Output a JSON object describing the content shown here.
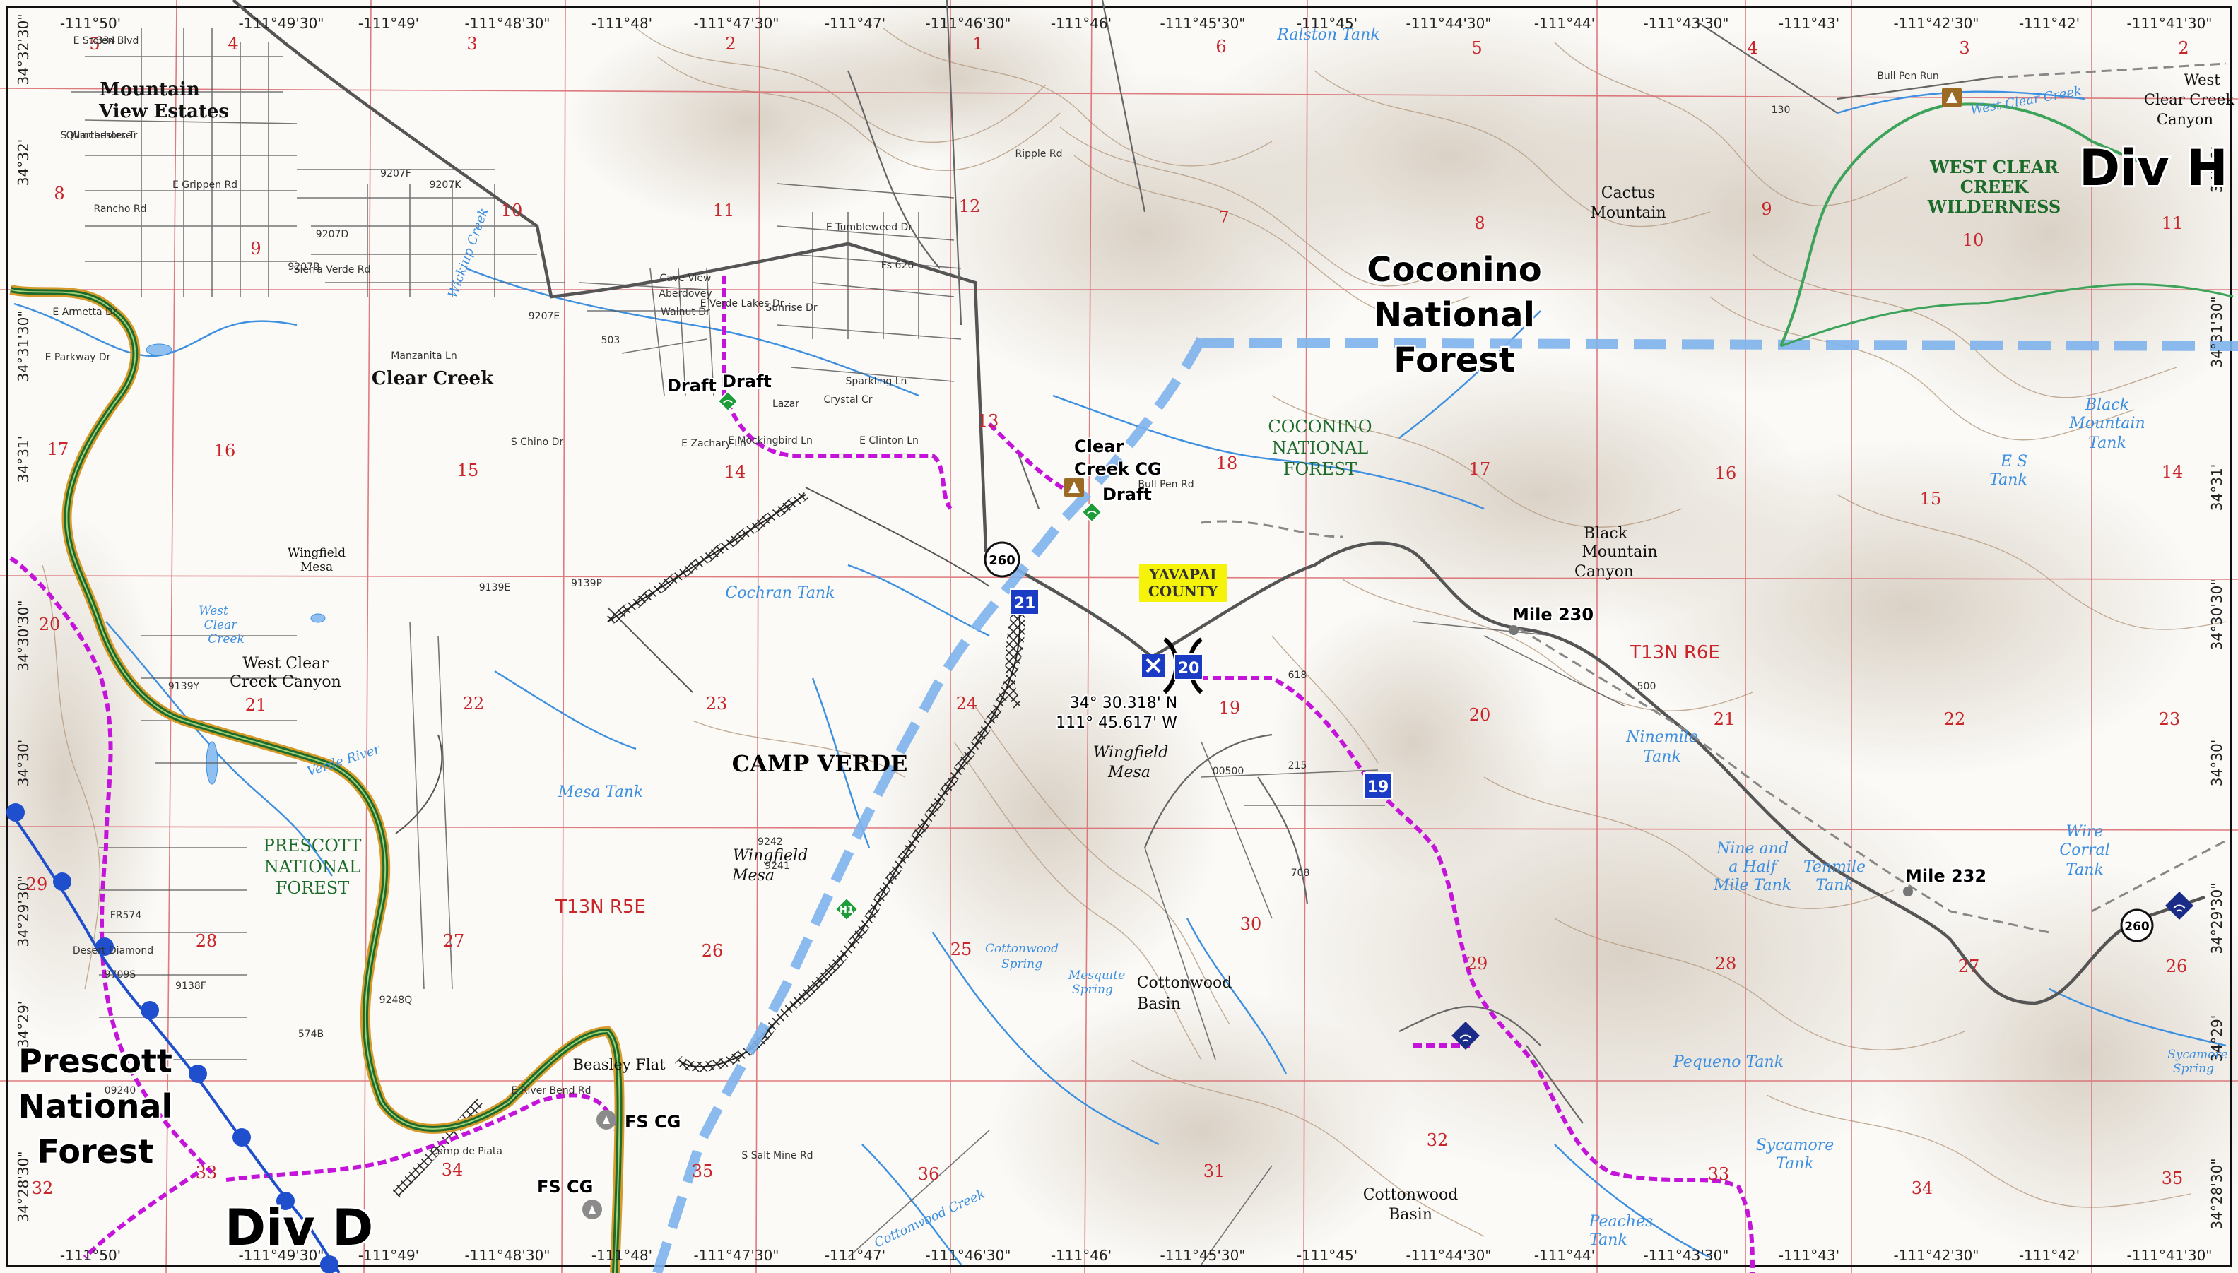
{
  "map": {
    "division_labels": {
      "left": "Div D",
      "right": "Div H"
    },
    "forests": {
      "prescott_big": [
        "Prescott",
        "National",
        "Forest"
      ],
      "prescott_small": [
        "PRESCOTT",
        "NATIONAL",
        "FOREST"
      ],
      "coconino_big": [
        "Coconino",
        "National",
        "Forest"
      ],
      "coconino_small": [
        "COCONINO",
        "NATIONAL",
        "FOREST"
      ],
      "wilderness": [
        "WEST CLEAR",
        "CREEK",
        "WILDERNESS"
      ]
    },
    "county": [
      "YAVAPAI",
      "COUNTY"
    ],
    "town": "CAMP VERDE",
    "township_labels": [
      "T13N R5E",
      "T13N R6E"
    ],
    "places": {
      "mountain_view_estates": [
        "Mountain",
        "View Estates"
      ],
      "clear_creek": "Clear Creek",
      "west_clear_creek_canyon": [
        "West Clear",
        "Creek Canyon"
      ],
      "wingfield_mesa_a": [
        "Wingfield",
        "Mesa"
      ],
      "wingfield_mesa_b": [
        "Wingfield",
        "Mesa"
      ],
      "wingfield_mesa_c": [
        "Wingfield",
        "Mesa"
      ],
      "cottonwood_basin_a": [
        "Cottonwood",
        "Basin"
      ],
      "cottonwood_basin_b": [
        "Cottonwood",
        "Basin"
      ],
      "black_mountain_canyon": [
        "Black",
        "Mountain",
        "Canyon"
      ],
      "cactus_mountain": [
        "Cactus",
        "Mountain"
      ],
      "beasley_flat": "Beasley Flat",
      "west_clear_creek_canyon_top": [
        "West",
        "Clear Creek",
        "Canyon"
      ]
    },
    "water": {
      "ralston_tank": "Ralston Tank",
      "cochran_tank": "Cochran Tank",
      "mesa_tank": "Mesa Tank",
      "ninemile_tank": [
        "Ninemile",
        "Tank"
      ],
      "nine_half_mile_tank": [
        "Nine and",
        "a Half",
        "Mile Tank"
      ],
      "tenmile_tank": [
        "Tenmile",
        "Tank"
      ],
      "wire_corral_tank": [
        "Wire",
        "Corral",
        "Tank"
      ],
      "black_mountain_tank": [
        "Black",
        "Mountain",
        "Tank"
      ],
      "es_tank": [
        "E S",
        "Tank"
      ],
      "pequeno_tank": "Pequeno Tank",
      "sycamore_tank": [
        "Sycamore",
        "Tank"
      ],
      "peaches_tank": [
        "Peaches",
        "Tank"
      ],
      "cottonwood_spring": [
        "Cottonwood",
        "Spring"
      ],
      "mesquite_spring": [
        "Mesquite",
        "Spring"
      ],
      "sycamore_spring": [
        "Sycamore",
        "Spring"
      ],
      "verde_river": "Verde River",
      "west_clear_creek": "West Clear Creek",
      "wickiup_creek": "Wickiup Creek",
      "cottonwood_creek": "Cottonwood Creek",
      "west_clear_creek_side": [
        "West",
        "Clear",
        "Creek"
      ]
    },
    "facilities": {
      "draft_1": "Draft",
      "draft_2": "Draft",
      "draft_3": "Draft",
      "clear_creek_cg": [
        "Clear",
        "Creek CG"
      ],
      "fs_cg_1": "FS CG",
      "fs_cg_2": "FS CG"
    },
    "mileposts": {
      "mile_230": "Mile 230",
      "mile_232": "Mile 232"
    },
    "coordinate_readout": [
      "34° 30.318' N",
      "111° 45.617' W"
    ],
    "route_shields": {
      "sr260_a": "260",
      "sr260_b": "260"
    },
    "drop_points": [
      "21",
      "20",
      "19"
    ],
    "heli_marker": "H1",
    "top_ticks": [
      "-111°50'",
      "-111°49'30\"",
      "-111°49'",
      "-111°48'30\"",
      "-111°48'",
      "-111°47'30\"",
      "-111°47'",
      "-111°46'30\"",
      "-111°46'",
      "-111°45'30\"",
      "-111°45'",
      "-111°44'30\"",
      "-111°44'",
      "-111°43'30\"",
      "-111°43'",
      "-111°42'30\"",
      "-111°42'",
      "-111°41'30\""
    ],
    "bottom_ticks": [
      "-111°50'",
      "-111°49'30\"",
      "-111°49'",
      "-111°48'30\"",
      "-111°48'",
      "-111°47'30\"",
      "-111°47'",
      "-111°46'30\"",
      "-111°46'",
      "-111°45'30\"",
      "-111°45'",
      "-111°44'30\"",
      "-111°44'",
      "-111°43'30\"",
      "-111°43'",
      "-111°42'30\"",
      "-111°42'",
      "-111°41'30\""
    ],
    "left_ticks": [
      "34°32'30\"",
      "34°32'",
      "34°31'30\"",
      "34°31'",
      "34°30'30\"",
      "34°30'",
      "34°29'30\"",
      "34°29'",
      "34°28'30\""
    ],
    "right_ticks": [
      "34°32'",
      "34°31'30\"",
      "34°31'",
      "34°30'30\"",
      "34°30'",
      "34°29'30\"",
      "34°29'",
      "34°28'30\""
    ],
    "section_numbers": [
      "5",
      "4",
      "3",
      "2",
      "1",
      "6",
      "5",
      "4",
      "3",
      "2",
      "8",
      "9",
      "10",
      "11",
      "12",
      "7",
      "8",
      "9",
      "10",
      "11",
      "17",
      "16",
      "15",
      "14",
      "13",
      "18",
      "17",
      "16",
      "15",
      "14",
      "20",
      "21",
      "22",
      "23",
      "24",
      "19",
      "20",
      "21",
      "22",
      "23",
      "29",
      "28",
      "27",
      "26",
      "25",
      "30",
      "29",
      "28",
      "27",
      "26",
      "32",
      "33",
      "34",
      "35",
      "36",
      "31",
      "32",
      "33",
      "34",
      "35"
    ],
    "streets": [
      "E Stolen Blvd",
      "Quarterhorse",
      "E Grippen Rd",
      "Rancho Rd",
      "Sierra Verde Rd",
      "E Parkway Dr",
      "E Armetta Dr",
      "Manzanita Ln",
      "9207E",
      "9207B",
      "9207D",
      "9207F",
      "9207K",
      "E Tumbleweed Dr",
      "Cave View",
      "Aberdovey",
      "Walnut Dr",
      "E Verde Lakes Dr",
      "Sunrise Dr",
      "Sparkling Ln",
      "Crystal Cr",
      "E Mockingbird Ln",
      "E Clinton Ln",
      "S Chino Dr",
      "E Zachary Ln",
      "503",
      "Lazar",
      "Ripple Rd",
      "Bull Pen Run",
      "Bull Pen Rd",
      "Fs 626",
      "618",
      "708",
      "500",
      "130",
      "215",
      "00500",
      "9241",
      "9242",
      "9139P",
      "9139E",
      "9139Y",
      "9138F",
      "9248Q",
      "574B",
      "9709S",
      "09240",
      "E River Bend Rd",
      "Camp de Piata",
      "S Salt Mine Rd",
      "FR574",
      "Desert Diamond",
      "334",
      "S Winchester Tr"
    ]
  },
  "colors": {
    "background": "#fbfaf7",
    "grid_red": "#d9666b",
    "section_red": "#c8262b",
    "water": "#3d8fe0",
    "road": "#555555",
    "trail_magenta": "#c414d9",
    "division_blue": "#7eb2ec",
    "wilderness_green": "#3da35a",
    "forest_green": "#1d6b2b",
    "forest_orange": "#d69a2a",
    "highway_blue": "#1f4fcc",
    "shield_blue": "#1a3cc4",
    "county_yellow": "#f5f30a"
  }
}
